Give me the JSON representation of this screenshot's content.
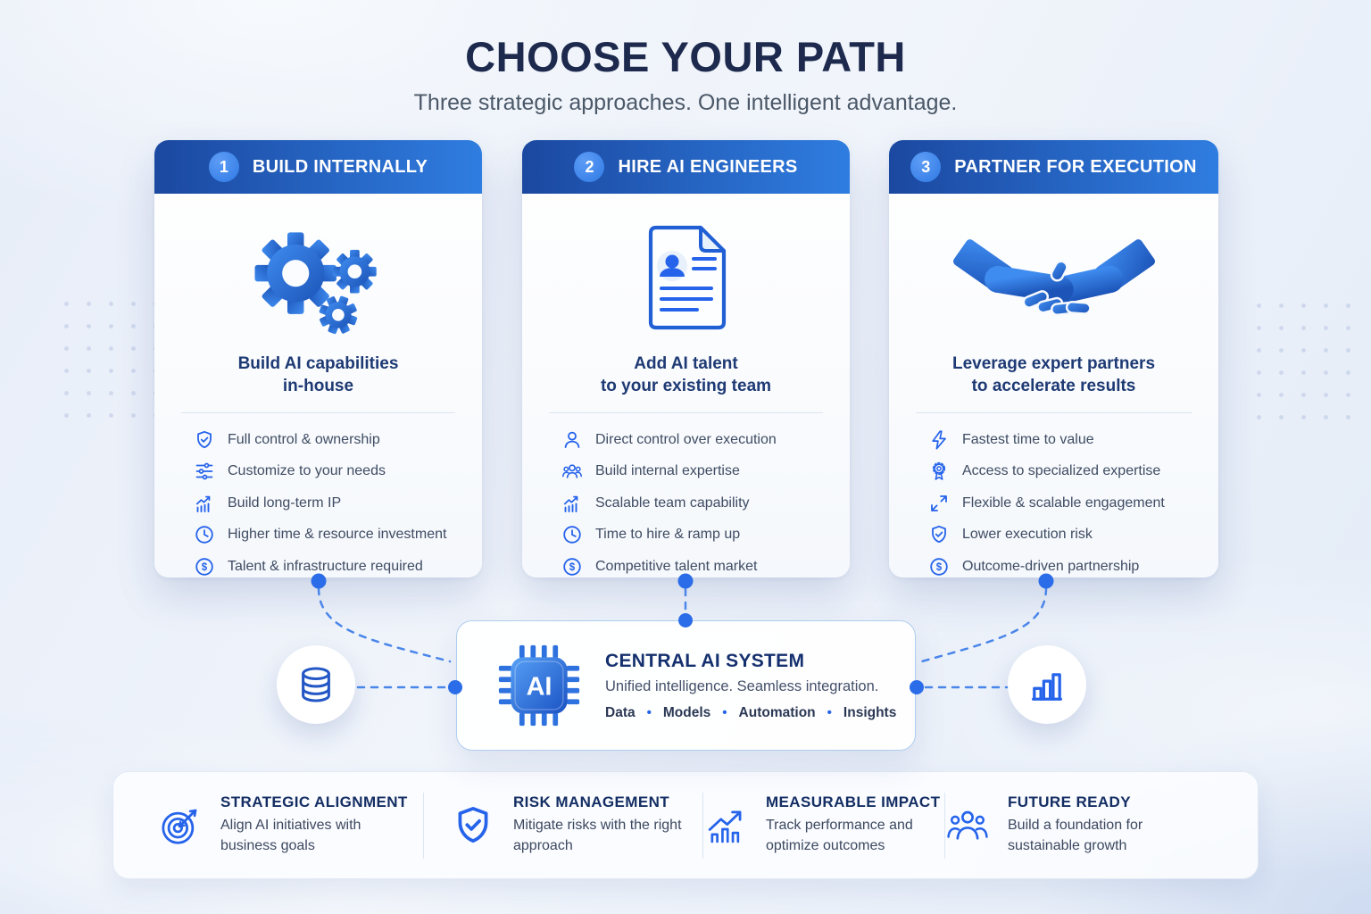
{
  "page": {
    "title": "CHOOSE YOUR PATH",
    "subtitle": "Three strategic approaches. One intelligent advantage."
  },
  "cards": [
    {
      "number": "1",
      "title": "BUILD INTERNALLY",
      "icon": "gears-icon",
      "desc_line1": "Build AI capabilities",
      "desc_line2": "in-house",
      "items": [
        {
          "icon": "shield-check-icon",
          "label": "Full control & ownership"
        },
        {
          "icon": "sliders-icon",
          "label": "Customize to your needs"
        },
        {
          "icon": "chart-growth-icon",
          "label": "Build long-term IP"
        },
        {
          "icon": "clock-icon",
          "label": "Higher time & resource investment"
        },
        {
          "icon": "dollar-circle-icon",
          "label": "Talent & infrastructure required"
        }
      ]
    },
    {
      "number": "2",
      "title": "HIRE AI ENGINEERS",
      "icon": "resume-icon",
      "desc_line1": "Add AI talent",
      "desc_line2": "to your existing team",
      "items": [
        {
          "icon": "person-icon",
          "label": "Direct control over execution"
        },
        {
          "icon": "team-icon",
          "label": "Build internal expertise"
        },
        {
          "icon": "chart-growth-icon",
          "label": "Scalable team capability"
        },
        {
          "icon": "clock-icon",
          "label": "Time to hire & ramp up"
        },
        {
          "icon": "dollar-circle-icon",
          "label": "Competitive talent market"
        }
      ]
    },
    {
      "number": "3",
      "title": "PARTNER FOR EXECUTION",
      "icon": "handshake-icon",
      "desc_line1": "Leverage expert partners",
      "desc_line2": "to accelerate results",
      "items": [
        {
          "icon": "lightning-icon",
          "label": "Fastest time to value"
        },
        {
          "icon": "award-icon",
          "label": "Access to specialized expertise"
        },
        {
          "icon": "expand-icon",
          "label": "Flexible & scalable engagement"
        },
        {
          "icon": "shield-check-icon",
          "label": "Lower execution risk"
        },
        {
          "icon": "dollar-circle-icon",
          "label": "Outcome-driven partnership"
        }
      ]
    }
  ],
  "central_system": {
    "chip_label": "AI",
    "title": "CENTRAL AI SYSTEM",
    "subtitle": "Unified intelligence. Seamless integration.",
    "tags": [
      "Data",
      "Models",
      "Automation",
      "Insights"
    ],
    "tag_separator": "•"
  },
  "integration_nodes": {
    "left_icon": "database-icon",
    "right_icon": "bar-chart-icon"
  },
  "footer_items": [
    {
      "icon": "target-icon",
      "title": "STRATEGIC ALIGNMENT",
      "description": "Align AI initiatives with business goals"
    },
    {
      "icon": "shield-check-icon",
      "title": "RISK MANAGEMENT",
      "description": "Mitigate risks with the right approach"
    },
    {
      "icon": "chart-up-icon",
      "title": "MEASURABLE IMPACT",
      "description": "Track performance and optimize outcomes"
    },
    {
      "icon": "people-icon",
      "title": "FUTURE READY",
      "description": "Build a foundation for sustainable growth"
    }
  ],
  "colors": {
    "accent_blue": "#2563eb",
    "header_gradient_start": "#1b48a0",
    "header_gradient_end": "#2f7de0",
    "badge_blue": "#3f8af0",
    "navy_heading": "#1d2a4e",
    "card_text_navy": "#1e3a74",
    "body_text": "#3f4c63",
    "connector_blue": "#2b6de8",
    "background_tint": "#e9eef8"
  }
}
